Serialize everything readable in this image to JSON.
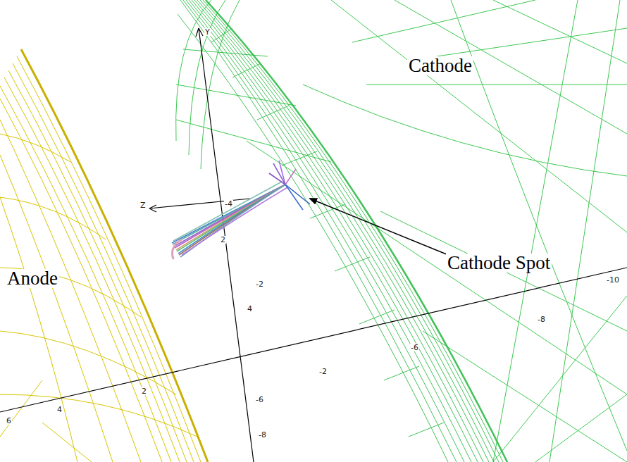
{
  "diagram": {
    "labels": [
      "Cathode",
      "Cathode Spot",
      "Anode",
      "Z",
      "Y",
      "-4",
      "2",
      "-2",
      "4",
      "-6",
      "-8",
      "6",
      "4",
      "2",
      "-2",
      "-6",
      "-8",
      "-10"
    ]
  }
}
